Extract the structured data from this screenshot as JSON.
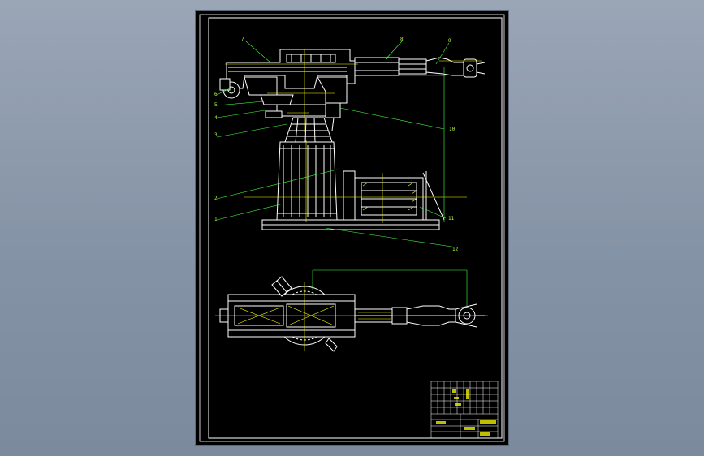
{
  "viewer": {
    "background": "#8a97aa"
  },
  "sheet": {
    "background": "#000000",
    "line_color": "#ffffff",
    "leader_color": "#44ff44",
    "label_color": "#b8ff3a",
    "accent_color": "#ffff00"
  },
  "callouts": {
    "c1": "1",
    "c2": "2",
    "c3": "3",
    "c4": "4",
    "c5": "5",
    "c6": "6",
    "c7": "7",
    "c8": "8",
    "c9": "9",
    "c10": "10",
    "c11": "11",
    "c12": "12"
  }
}
